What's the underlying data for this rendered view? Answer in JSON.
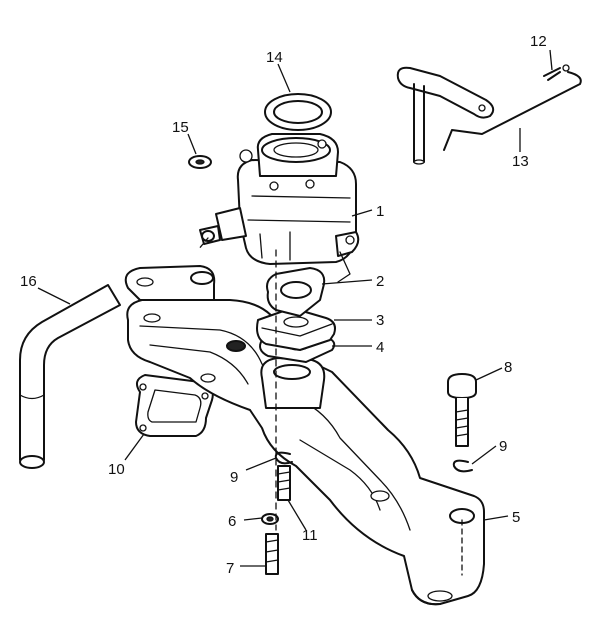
{
  "callouts": [
    "1",
    "2",
    "3",
    "4",
    "5",
    "6",
    "7",
    "8",
    "9",
    "9",
    "10",
    "11",
    "12",
    "13",
    "14",
    "15",
    "16"
  ],
  "colors": {
    "ink": "#111111",
    "paper": "#ffffff"
  }
}
